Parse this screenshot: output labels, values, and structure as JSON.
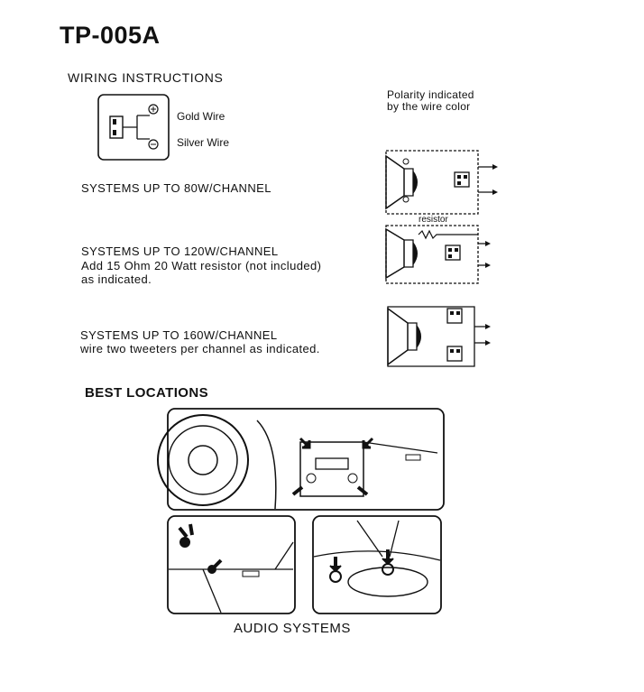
{
  "header": {
    "model": "TP-005A"
  },
  "wiring": {
    "heading": "WIRING INSTRUCTIONS",
    "gold_wire": "Gold Wire",
    "silver_wire": "Silver Wire",
    "polarity_line1": "Polarity indicated",
    "polarity_line2": "by the wire color"
  },
  "systems": [
    {
      "title": "SYSTEMS UP TO 80W/CHANNEL"
    },
    {
      "title": "SYSTEMS UP TO 120W/CHANNEL",
      "line2": "Add 15 Ohm 20 Watt resistor (not included)",
      "line3": "as indicated.",
      "diagram_label": "resistor"
    },
    {
      "title": "SYSTEMS UP TO 160W/CHANNEL",
      "line2": "wire two tweeters per channel as indicated."
    }
  ],
  "locations": {
    "heading": "BEST LOCATIONS",
    "caption": "AUDIO SYSTEMS"
  }
}
